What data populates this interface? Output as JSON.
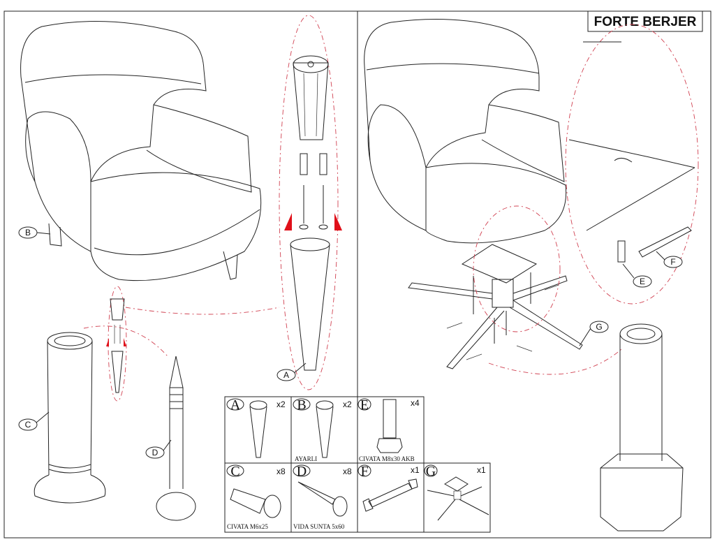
{
  "title": "FORTE BERJER",
  "callouts": {
    "A": "A",
    "B": "B",
    "C": "C",
    "D": "D",
    "E": "E",
    "F": "F",
    "G": "G"
  },
  "parts": [
    {
      "letter": "A",
      "qty": "x2",
      "name": ""
    },
    {
      "letter": "B",
      "qty": "x2",
      "name": "AYARLI"
    },
    {
      "letter": "E",
      "qty": "x4",
      "name": "CIVATA M8x30 AKB"
    },
    {
      "letter": "C",
      "qty": "x8",
      "name": "CIVATA M6x25"
    },
    {
      "letter": "D",
      "qty": "x8",
      "name": "VIDA SUNTA 5x60"
    },
    {
      "letter": "F",
      "qty": "x1",
      "name": ""
    },
    {
      "letter": "G",
      "qty": "x1",
      "name": ""
    }
  ],
  "colors": {
    "dash": "#d04050",
    "arrow": "#e0101a",
    "line": "#222222"
  }
}
